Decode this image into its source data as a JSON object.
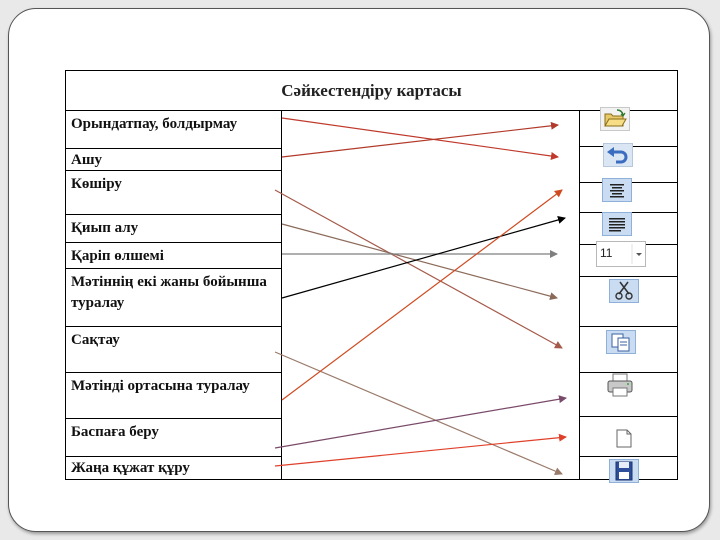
{
  "table": {
    "title": "Сәйкестендіру картасы",
    "left_items": [
      "Орындатпау, болдырмау",
      "Ашу",
      "Көшіру",
      "Қиып алу",
      "Қаріп өлшемі",
      "Мәтіннің екі жаны бойынша туралау",
      "Сақтау",
      "Мәтінді ортасына туралау",
      "Баспаға беру",
      "Жаңа құжат құру"
    ],
    "right_icons": [
      "open-folder-icon",
      "undo-icon",
      "align-center-icon",
      "align-justify-icon",
      "font-size-dropdown-icon",
      "scissors-cut-icon",
      "copy-icon",
      "printer-icon",
      "new-document-icon",
      "save-floppy-icon"
    ],
    "font_size_value": "11"
  },
  "arrow_colors": [
    "#c0392b",
    "#b23a2a",
    "#a55a4a",
    "#8c6a5a",
    "#7f7f7f",
    "#000000",
    "#9a7a6a",
    "#d04a20",
    "#7a4a6a",
    "#e0402a"
  ]
}
